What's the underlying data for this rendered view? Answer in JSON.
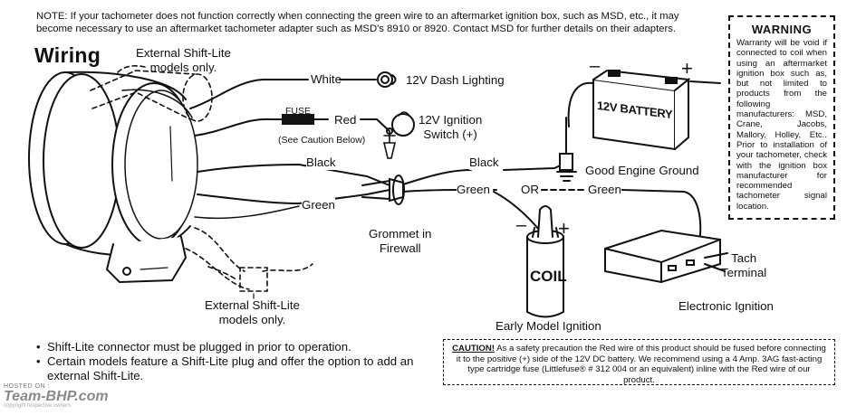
{
  "note": "NOTE: If your tachometer does not function correctly when connecting the green wire to an aftermarket ignition box, such as MSD, etc., it may become necessary to use an aftermarket tachometer adapter such as MSD's 8910 or 8920. Contact MSD for further details on their adapters.",
  "title": "Wiring",
  "labels": {
    "ext_shiftlite_top": [
      "External Shift-Lite",
      "models only."
    ],
    "white": "White",
    "dash_lighting": "12V Dash Lighting",
    "fuse": "FUSE",
    "red": "Red",
    "see_caution": "(See Caution Below)",
    "ignition_switch": [
      "12V Ignition",
      "Switch (+)"
    ],
    "black_left": "Black",
    "black_right": "Black",
    "battery": "12V BATTERY",
    "battery_minus": "–",
    "battery_plus": "+",
    "engine_ground": "Good Engine Ground",
    "green_left": "Green",
    "green_mid": "Green",
    "or": "OR",
    "green_right": "Green",
    "grommet": [
      "Grommet in",
      "Firewall"
    ],
    "coil": "COIL",
    "coil_minus": "–",
    "coil_plus": "+",
    "tach_terminal": [
      "Tach",
      "Terminal"
    ],
    "ext_shiftlite_bottom": [
      "External Shift-Lite",
      "models only."
    ],
    "early_ignition": "Early Model Ignition",
    "electronic_ignition": "Electronic Ignition"
  },
  "warning": {
    "title": "WARNING",
    "body": "Warranty will be void if connected to coil when using an aftermarket ignition box such as, but not limited to products from the following manufacturers: MSD, Crane, Jacobs, Mallory, Holley, Etc.. Prior to installation of your tachometer, check with the ignition box manufacturer for recommended tachometer signal location."
  },
  "caution": {
    "heading": "CAUTION!",
    "text": "As a safety precaution the Red wire of this product should be fused before connecting it to the positive (+) side of the 12V DC battery. We recommend using a 4 Amp. 3AG fast-acting type cartridge fuse (Littlefuse® # 312 004 or an equivalent) inline with the Red wire of our product."
  },
  "bullets": [
    "Shift-Lite connector must be plugged in prior to operation.",
    "Certain models feature a Shift-Lite plug and offer the option to add an external Shift-Lite."
  ],
  "watermark": {
    "line1": "HOSTED ON :",
    "line2": "Team-BHP.com",
    "line3": "copyright respective owners"
  }
}
